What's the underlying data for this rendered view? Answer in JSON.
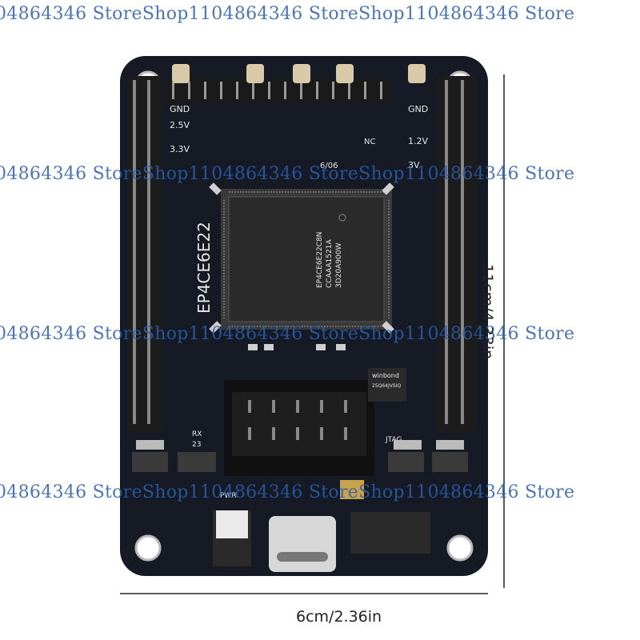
{
  "watermark": "04864346 StoreShop1104864346 StoreShop1104864346 Store",
  "dimensions": {
    "width_label": "6cm/2.36in",
    "height_label": "11cm/4.33in"
  },
  "board": {
    "chip_model": "EP4CE6E22",
    "chip_marking_1": "EP4CE6E22C8N",
    "chip_marking_2": "CCAAA1521A",
    "chip_marking_3": "3D20A900W",
    "pin_labels": {
      "gnd_left": "GND",
      "v25": "2.5V",
      "v33": "3.3V",
      "gnd_right": "GND",
      "v12": "1.2V",
      "v3v": "3V",
      "nc": "NC",
      "jtag": "JTAG",
      "pwr": "PWR",
      "rx": "RX",
      "rx_num": "23",
      "winbond": "winbond",
      "flash_code": "25Q64JVSIQ",
      "date": "6/06"
    }
  }
}
